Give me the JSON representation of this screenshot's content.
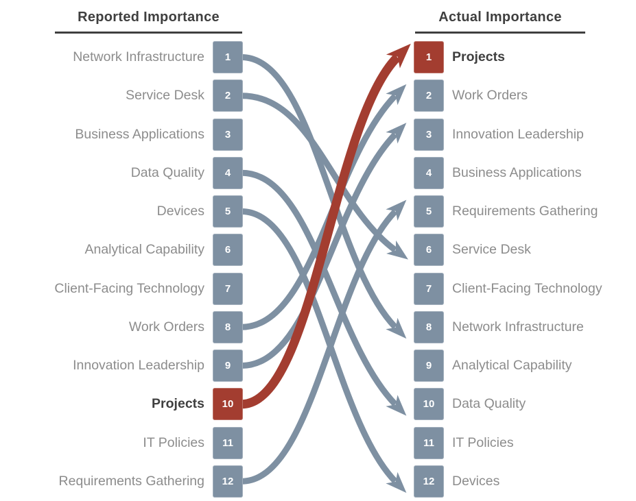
{
  "chart_data": {
    "type": "slope-rank",
    "title_left": "Reported Importance",
    "title_right": "Actual Importance",
    "rank_range": [
      1,
      12
    ],
    "legend_position": "none",
    "items": [
      {
        "name": "Network Infrastructure",
        "reported": 1,
        "actual": 8,
        "arrow": true,
        "highlight": false
      },
      {
        "name": "Service Desk",
        "reported": 2,
        "actual": 6,
        "arrow": true,
        "highlight": false
      },
      {
        "name": "Business Applications",
        "reported": 3,
        "actual": 4,
        "arrow": false,
        "highlight": false
      },
      {
        "name": "Data Quality",
        "reported": 4,
        "actual": 10,
        "arrow": true,
        "highlight": false
      },
      {
        "name": "Devices",
        "reported": 5,
        "actual": 12,
        "arrow": true,
        "highlight": false
      },
      {
        "name": "Analytical Capability",
        "reported": 6,
        "actual": 9,
        "arrow": false,
        "highlight": false
      },
      {
        "name": "Client-Facing Technology",
        "reported": 7,
        "actual": 7,
        "arrow": false,
        "highlight": false
      },
      {
        "name": "Work Orders",
        "reported": 8,
        "actual": 2,
        "arrow": true,
        "highlight": false
      },
      {
        "name": "Innovation Leadership",
        "reported": 9,
        "actual": 3,
        "arrow": true,
        "highlight": false
      },
      {
        "name": "Projects",
        "reported": 10,
        "actual": 1,
        "arrow": true,
        "highlight": true
      },
      {
        "name": "IT Policies",
        "reported": 11,
        "actual": 11,
        "arrow": false,
        "highlight": false
      },
      {
        "name": "Requirements Gathering",
        "reported": 12,
        "actual": 5,
        "arrow": true,
        "highlight": false
      }
    ],
    "colors": {
      "box": "#7e90a2",
      "highlight": "#a33d30",
      "label": "#8c8c8c",
      "highlight_label": "#3f3f3f",
      "title": "#3f3f3f",
      "number": "#ffffff",
      "background": "#ffffff"
    }
  }
}
